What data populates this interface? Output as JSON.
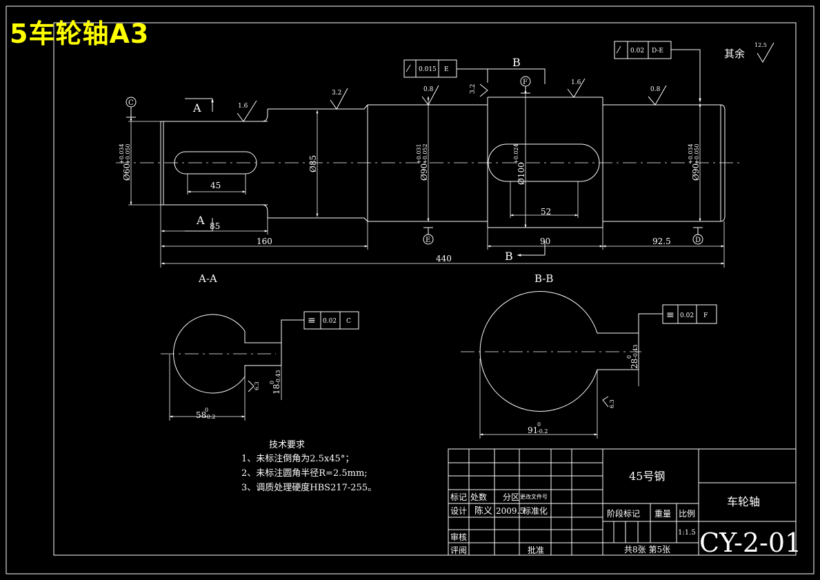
{
  "header": {
    "title": "5车轮轴A3"
  },
  "views": {
    "section_aa": "A-A",
    "section_bb": "B-B",
    "marker_a": "A",
    "marker_b": "B",
    "datum_c": "C",
    "datum_e": "E",
    "datum_f": "F",
    "datum_d": "D"
  },
  "dimensions": {
    "key1": "45",
    "d_left": "Ø85",
    "l85": "85",
    "l160": "160",
    "l440": "440",
    "key2": "52",
    "l90": "90",
    "l925": "92.5",
    "d60": "Ø60",
    "d60_tol_up": "+0.034",
    "d60_tol_lo": "+0.050",
    "d90a": "Ø90",
    "d90a_tol_up": "+0.031",
    "d90a_tol_lo": "+0.052",
    "d100": "Ø100",
    "d100_tol_up": "+0.024",
    "d100_tol_lo": "",
    "d90b": "Ø90",
    "d90b_tol_up": "+0.034",
    "d90b_tol_lo": "+0.050",
    "aa_width": "58",
    "aa_width_tol": "-0.2",
    "aa_depth": "18",
    "aa_depth_tol": "-0.43",
    "bb_width": "91",
    "bb_width_tol": "-0.2",
    "bb_depth": "28",
    "bb_depth_tol": "-0.43",
    "sup0": "0"
  },
  "roughness": {
    "r1": "1.6",
    "r2": "3.2",
    "r3": "0.8",
    "r4": "3.2",
    "r5": "1.6",
    "r6": "0.8",
    "r7": "6.3",
    "r8": "6.3",
    "rest_label": "其余",
    "rest_value": "12.5"
  },
  "tolerance_frames": {
    "runout1": {
      "value": "0.015",
      "datum": "E"
    },
    "runout2": {
      "value": "0.02",
      "datum": "D-E"
    },
    "sym1": {
      "value": "0.02",
      "datum": "C"
    },
    "sym2": {
      "value": "0.02",
      "datum": "F"
    }
  },
  "notes": {
    "title": "技术要求",
    "items": [
      "1、未标注倒角为2.5x45°；",
      "2、未标注圆角半径R=2.5mm;",
      "3、调质处理硬度HBS217-255。"
    ]
  },
  "title_block": {
    "material": "45号钢",
    "part_name": "车轮轴",
    "drawing_no": "CY-2-01",
    "h_mark": "标记",
    "h_count": "处数",
    "h_zone": "分区",
    "h_doc": "更改文件号",
    "designer_label": "设计",
    "designer": "陈义",
    "date": "2009.5",
    "std_label": "标准化",
    "review_label": "审核",
    "eval_label": "评阅",
    "approve_label": "批准",
    "stage_label": "阶段标记",
    "weight_label": "重量",
    "scale_label": "比例",
    "scale": "1:1.5",
    "sheets": "共8张 第5张"
  }
}
